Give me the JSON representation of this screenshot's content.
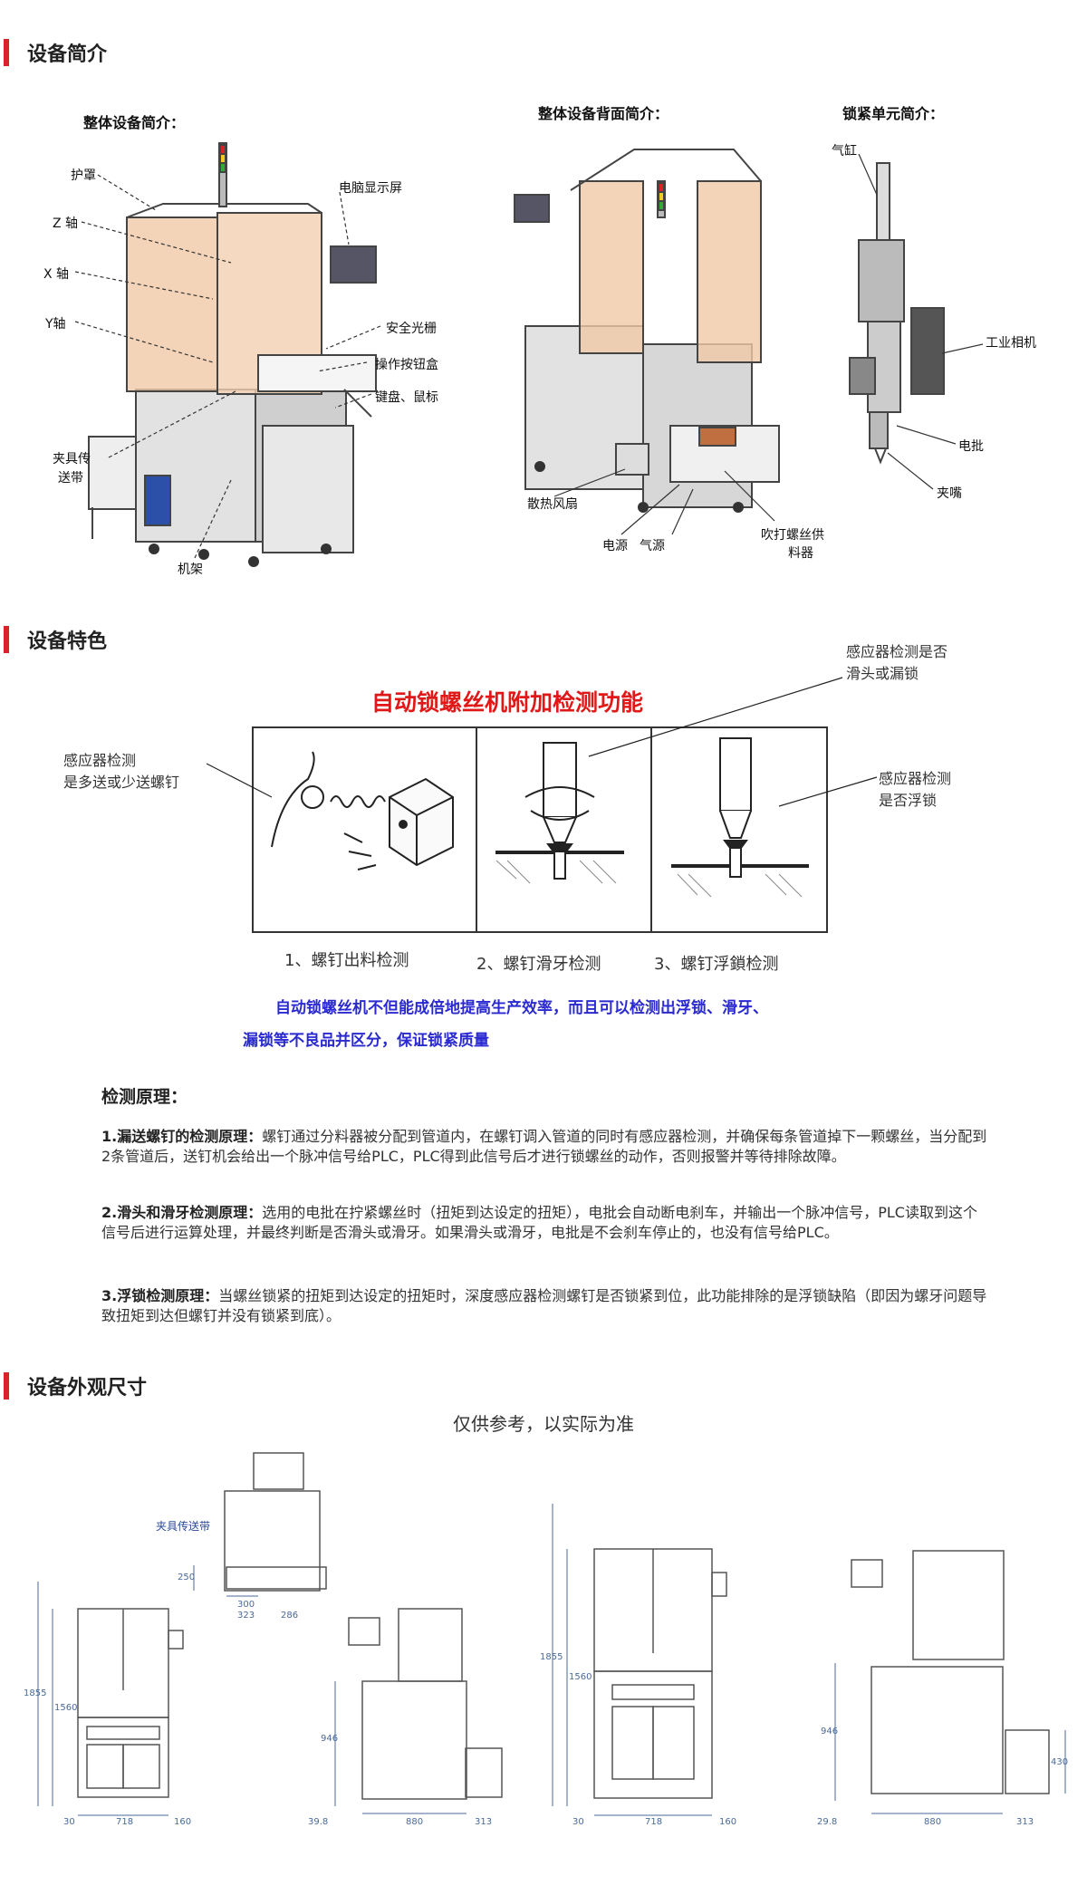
{
  "sections": {
    "intro": "设备简介",
    "features": "设备特色",
    "dimensions": "设备外观尺寸"
  },
  "intro": {
    "caption_front": "整体设备简介：",
    "caption_back": "整体设备背面简介：",
    "caption_unit": "锁紧单元简介：",
    "front_labels": {
      "cover": "护罩",
      "z_axis": "Z 轴",
      "x_axis": "X 轴",
      "y_axis": "Y轴",
      "fixture_belt_1": "夹具传",
      "fixture_belt_2": "送带",
      "frame": "机架",
      "monitor": "电脑显示屏",
      "light_curtain": "安全光栅",
      "button_box": "操作按钮盒",
      "keyboard": "键盘、鼠标"
    },
    "back_labels": {
      "fan": "散热风扇",
      "power": "电源",
      "air": "气源",
      "feeder_1": "吹打螺丝供",
      "feeder_2": "料器"
    },
    "unit_labels": {
      "cylinder": "气缸",
      "camera": "工业相机",
      "driver": "电批",
      "nozzle": "夹嘴"
    }
  },
  "features": {
    "title": "自动锁螺丝机附加检测功能",
    "callout_top_1": "感应器检测是否",
    "callout_top_2": "滑头或漏锁",
    "callout_left_1": "感应器检测",
    "callout_left_2": "是多送或少送螺钉",
    "callout_right_1": "感应器检测",
    "callout_right_2": "是否浮锁",
    "panel1": "1、螺钉出料检测",
    "panel2": "2、螺钉滑牙检测",
    "panel3": "3、螺钉浮鎖检测",
    "blue_1": "自动锁螺丝机不但能成倍地提高生产效率，而且可以检测出浮锁、滑牙、",
    "blue_2": "漏锁等不良品并区分，保证锁紧质量"
  },
  "principle": {
    "heading": "检测原理：",
    "p1_title": "1.漏送螺钉的检测原理：",
    "p1_body": "螺钉通过分料器被分配到管道内，在螺钉调入管道的同时有感应器检测，并确保每条管道掉下一颗螺丝，当分配到2条管道后，送钉机会给出一个脉冲信号给PLC，PLC得到此信号后才进行锁螺丝的动作，否则报警并等待排除故障。",
    "p2_title": "2.滑头和滑牙检测原理：",
    "p2_body": "选用的电批在拧紧螺丝时（扭矩到达设定的扭矩），电批会自动断电刹车，并输出一个脉冲信号，PLC读取到这个信号后进行运算处理，并最终判断是否滑头或滑牙。如果滑头或滑牙，电批是不会刹车停止的，也没有信号给PLC。",
    "p3_title": "3.浮锁检测原理：",
    "p3_body": "当螺丝锁紧的扭矩到达设定的扭矩时，深度感应器检测螺钉是否锁紧到位，此功能排除的是浮锁缺陷（即因为螺牙问题导致扭矩到达但螺钉并没有锁紧到底）。"
  },
  "dimensions": {
    "note": "仅供参考，以实际为准",
    "fixture_label": "夹具传送带",
    "d1": {
      "h1": "1855",
      "h2": "1560",
      "w": "718",
      "base": "30",
      "side": "160"
    },
    "d_top": {
      "h": "250",
      "w1": "300",
      "w2": "323",
      "w3": "286"
    },
    "d2": {
      "h": "946",
      "w": "880",
      "left": "39.8",
      "right": "313"
    },
    "d3": {
      "h1": "1855",
      "h2": "1560",
      "w": "718",
      "base": "30",
      "side": "160"
    },
    "d4": {
      "h": "946",
      "w": "880",
      "left": "29.8",
      "right": "313",
      "small": "430"
    }
  }
}
